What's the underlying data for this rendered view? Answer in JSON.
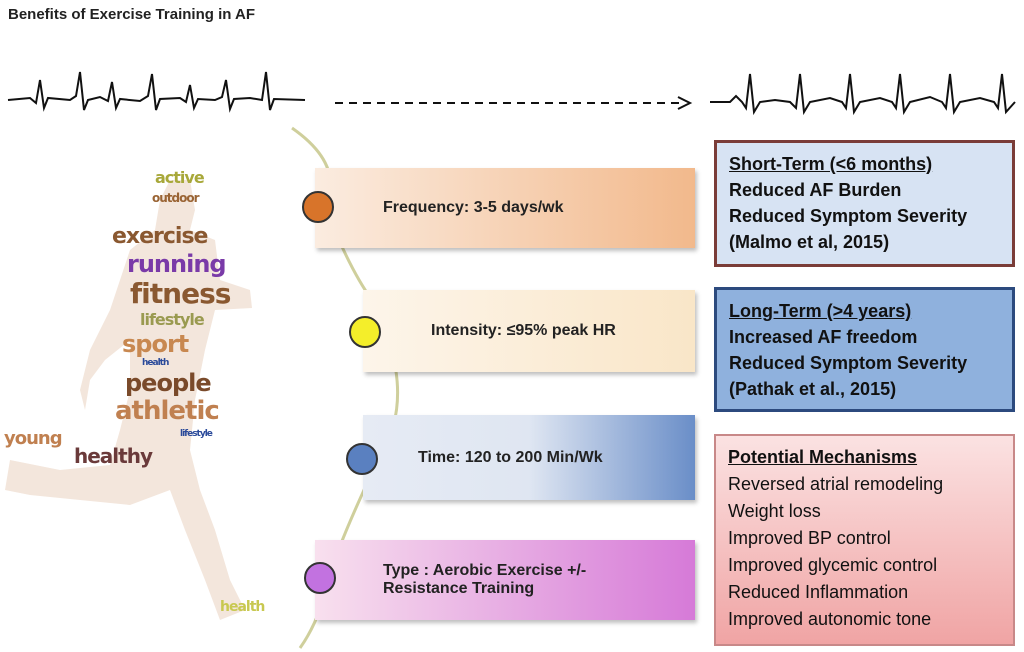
{
  "title": "Benefits of Exercise Training in AF",
  "word_cloud": {
    "words": [
      "active",
      "outdoor",
      "exercise",
      "running",
      "fitness",
      "lifestyle",
      "sport",
      "health",
      "people",
      "athletic",
      "young",
      "healthy",
      "lifestyle",
      "health"
    ]
  },
  "steps": [
    {
      "label": "Frequency: 3-5 days/wk",
      "dot_color": "#d8742a"
    },
    {
      "label": "Intensity: ≤95% peak HR",
      "dot_color": "#f4ee2a"
    },
    {
      "label": "Time: 120 to 200 Min/Wk",
      "dot_color": "#5a80c0"
    },
    {
      "label": "Type : Aerobic Exercise +/- Resistance Training",
      "dot_color": "#c272e0"
    }
  ],
  "outcomes": {
    "short_term": {
      "heading": "Short-Term (<6 months)",
      "lines": [
        "Reduced AF Burden",
        "Reduced Symptom Severity",
        "(Malmo et al, 2015)"
      ]
    },
    "long_term": {
      "heading": "Long-Term (>4 years)",
      "lines": [
        "Increased AF freedom",
        "Reduced Symptom Severity",
        "(Pathak et al., 2015)"
      ]
    },
    "mechanisms": {
      "heading": "Potential Mechanisms",
      "lines": [
        "Reversed atrial remodeling",
        "Weight loss",
        "Improved BP control",
        "Improved glycemic control",
        "Reduced Inflammation",
        "Improved autonomic tone"
      ]
    }
  }
}
